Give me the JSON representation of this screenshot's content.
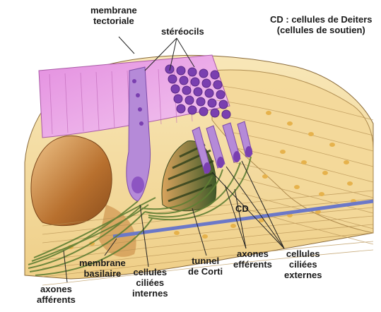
{
  "labels": {
    "membrane_tectoriale": [
      "membrane",
      "tectoriale"
    ],
    "stereocils": "stéréocils",
    "legend": [
      "CD : cellules de Deiters",
      "(cellules de soutien)"
    ],
    "cd_marker": "CD",
    "axones_afferents": [
      "axones",
      "afférents"
    ],
    "membrane_basilaire": [
      "membrane",
      "basilaire"
    ],
    "cellules_ciliees_internes": [
      "cellules",
      "ciliées",
      "internes"
    ],
    "tunnel_de_corti": [
      "tunnel",
      "de Corti"
    ],
    "axones_efferents": [
      "axones",
      "efférents"
    ],
    "cellules_ciliees_externes": [
      "cellules",
      "ciliées",
      "externes"
    ]
  },
  "colors": {
    "tectorial_membrane": "#e9a7e6",
    "hair_cell": "#b58ad8",
    "stereocilia": "#7a3fb0",
    "support_tissue": "#f6dfa6",
    "dark_tissue": "#b8702e",
    "nerve_fibers": "#6a8a3a",
    "basilar_membrane": "#6b78c8",
    "corti_tunnel": "#3f5a2a"
  }
}
